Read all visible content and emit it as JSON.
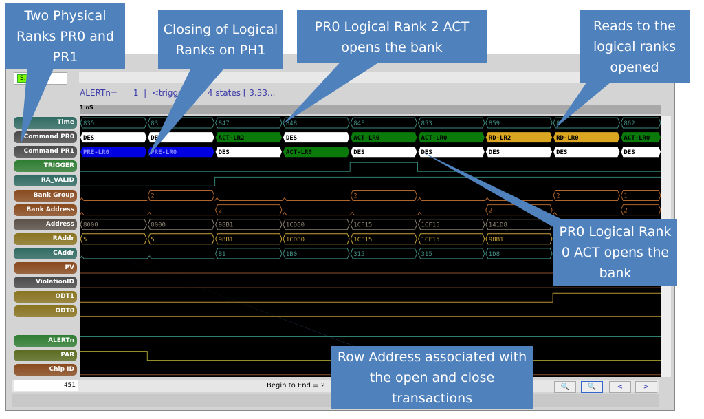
{
  "toolbar": {
    "states_button": "S...ates",
    "status_signal": "ALERTn=",
    "status_value": "1",
    "status_sep": "|",
    "status_trigger": "<trigger",
    "status_states": "4 states [ 3.33...",
    "ruler_unit": "1 nS"
  },
  "rows": [
    {
      "label": "Time",
      "color": "#2f6b63",
      "type": "bus",
      "values": [
        "835",
        "83",
        "847",
        "848",
        "84F",
        "853",
        "859",
        "8",
        "862"
      ]
    },
    {
      "label": "Command PR0",
      "color": "#4a4a4a",
      "type": "cmd",
      "values": [
        "DES",
        "DES",
        "ACT-LR2",
        "DES",
        "ACT-LR0",
        "ACT-LR0",
        "RD-LR2",
        "RD-LR0",
        "ACT-LR0"
      ]
    },
    {
      "label": "Command PR1",
      "color": "#4a4a4a",
      "type": "cmd",
      "values": [
        "PRE-LR0",
        "PRE-LR0",
        "DES",
        "ACT-LR0",
        "DES",
        "DES",
        "DES",
        "DES",
        "DES"
      ]
    },
    {
      "label": "TRIGGER",
      "color": "#2e7d32",
      "type": "level",
      "levels": [
        0,
        0,
        0,
        0,
        1,
        0,
        0,
        0,
        0
      ]
    },
    {
      "label": "RA_VALID",
      "color": "#2f6b63",
      "type": "level",
      "levels": [
        0,
        0,
        1,
        1,
        1,
        1,
        1,
        1,
        1
      ]
    },
    {
      "label": "Bank Group",
      "color": "#8a4a1e",
      "type": "bus",
      "values": [
        "",
        "2",
        "",
        "",
        "2",
        "",
        "",
        "2",
        "1"
      ]
    },
    {
      "label": "Bank Address",
      "color": "#8a4a1e",
      "type": "bus",
      "values": [
        "",
        "",
        "2",
        "",
        "",
        "",
        "2",
        "",
        "2"
      ]
    },
    {
      "label": "Address",
      "color": "#5a5048",
      "type": "bus",
      "values": [
        "8000",
        "8000",
        "98B1",
        "1CDB0",
        "1CF15",
        "1CF15",
        "141D8",
        "",
        ""
      ]
    },
    {
      "label": "RAddr",
      "color": "#8a7420",
      "type": "bus",
      "values": [
        "5",
        "5",
        "98B1",
        "1CDB0",
        "1CF15",
        "1CF15",
        "98B1",
        "",
        ""
      ]
    },
    {
      "label": "CAddr",
      "color": "#2f6b63",
      "type": "bus",
      "values": [
        "",
        "",
        "B1",
        "1B0",
        "315",
        "315",
        "1D8",
        "",
        ""
      ]
    },
    {
      "label": "PV",
      "color": "#8a4a1e",
      "type": "level",
      "levels": [
        0,
        0,
        0,
        0,
        0,
        0,
        0,
        0,
        0
      ]
    },
    {
      "label": "ViolationID",
      "color": "#4a4a4a",
      "type": "level",
      "levels": [
        0,
        0,
        0,
        0,
        0,
        0,
        0,
        0,
        0
      ]
    },
    {
      "label": "ODT1",
      "color": "#8a7420",
      "type": "level",
      "levels": [
        0,
        0,
        0,
        0,
        0,
        0,
        0,
        1,
        1
      ]
    },
    {
      "label": "ODT0",
      "color": "#8a7420",
      "type": "level",
      "levels": [
        0,
        0,
        0,
        0,
        0,
        0,
        0,
        0,
        0
      ]
    },
    {
      "label": "",
      "color": "",
      "type": "blank"
    },
    {
      "label": "ALERTn",
      "color": "#2e7d32",
      "type": "level",
      "levels": [
        1,
        1,
        1,
        1,
        1,
        1,
        1,
        1,
        1
      ]
    },
    {
      "label": "PAR",
      "color": "#5a6b1e",
      "type": "level",
      "levels": [
        1,
        0,
        0,
        0,
        0,
        0,
        0,
        0,
        0
      ]
    },
    {
      "label": "Chip ID",
      "color": "#8a4a1e",
      "type": "level",
      "levels": [
        0,
        0,
        0,
        0,
        0,
        0,
        0,
        0,
        0
      ]
    }
  ],
  "cmd_colors": {
    "DES": "#ffffff",
    "ACT": "#0a7a0a",
    "RD": "#daa520",
    "PRE": "#0000e0"
  },
  "bottom": {
    "count": "451",
    "begin_to_end": "Begin to End = 2",
    "prev": "<",
    "next": ">"
  },
  "callouts": [
    "Two Physical Ranks PR0 and PR1",
    "Closing of Logical Ranks on PH1",
    "PR0 Logical Rank 2 ACT opens the bank",
    "Reads to the logical ranks opened",
    "PR0 Logical Rank 0 ACT opens the bank",
    "Row Address associated with the open and close transactions"
  ]
}
